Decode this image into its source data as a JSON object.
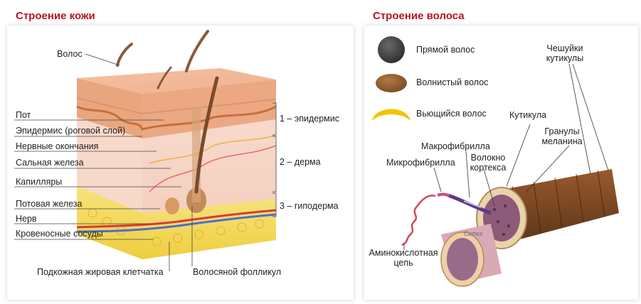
{
  "colors": {
    "title": "#b5122b",
    "skin_epidermis": "#f2b99a",
    "skin_dark": "#c8703a",
    "dermis": "#f7d7c8",
    "fat": "#f3d55a",
    "hair_brown": "#8a5a3a",
    "hair_dark": "#3a3a3a",
    "hair_wavy": "#8b5a2b",
    "hair_curly": "#f4c400"
  },
  "skin": {
    "title": "Строение кожи",
    "labels": {
      "hair": "Волос",
      "sweat": "Пот",
      "epidermis_layer": "Эпидермис (роговой слой)",
      "nerve_endings": "Нервные окончания",
      "sebaceous": "Сальная железа",
      "capillaries": "Капилляры",
      "sweat_gland": "Потовая железа",
      "nerve": "Нерв",
      "blood_vessels": "Кровеносные сосуды",
      "subcutaneous": "Подкожная жировая клетчатка",
      "follicle": "Волосяной фолликул"
    },
    "layers": {
      "epidermis": "1 – эпидермис",
      "dermis": "2 – дерма",
      "hypodermis": "3 – гиподерма"
    }
  },
  "hair": {
    "title": "Строение волоса",
    "types": {
      "straight": "Прямой волос",
      "wavy": "Волнистый волос",
      "curly": "Вьющийся волос"
    },
    "labels": {
      "cuticle_scales": "Чешуйки\nкутикулы",
      "cuticle": "Кутикула",
      "melanin": "Гранулы\nмеланина",
      "macrofibril": "Макрофибрилла",
      "cortex_fiber": "Волокно\nкортекса",
      "microfibril": "Микрофибрилла",
      "amino": "Аминокислотная\nцепь",
      "cortex": "Cortex"
    }
  }
}
